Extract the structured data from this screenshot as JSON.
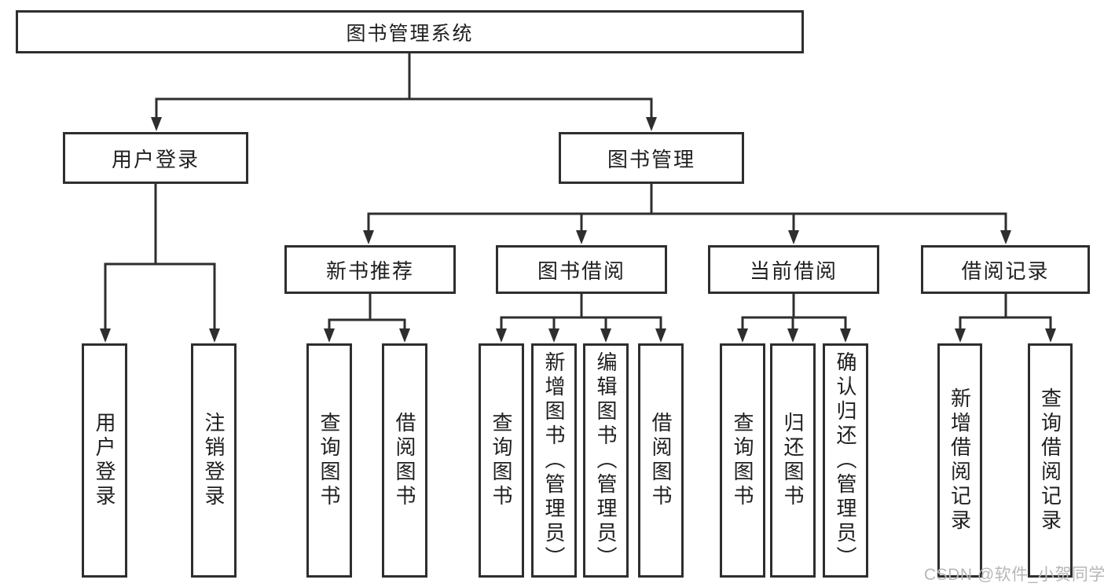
{
  "diagram": {
    "type": "hierarchy-tree",
    "tree": {
      "root": {
        "label": "图书管理系统"
      },
      "branches": [
        {
          "label": "用户登录",
          "children": [
            {
              "label": "用户登录"
            },
            {
              "label": "注销登录"
            }
          ]
        },
        {
          "label": "图书管理",
          "children": [
            {
              "label": "新书推荐",
              "children": [
                {
                  "label": "查询图书"
                },
                {
                  "label": "借阅图书"
                }
              ]
            },
            {
              "label": "图书借阅",
              "children": [
                {
                  "label": "查询图书"
                },
                {
                  "label": "新增图书（管理员）"
                },
                {
                  "label": "编辑图书（管理员）"
                },
                {
                  "label": "借阅图书"
                }
              ]
            },
            {
              "label": "当前借阅",
              "children": [
                {
                  "label": "查询图书"
                },
                {
                  "label": "归还图书"
                },
                {
                  "label": "确认归还（管理员）"
                }
              ]
            },
            {
              "label": "借阅记录",
              "children": [
                {
                  "label": "新增借阅记录"
                },
                {
                  "label": "查询借阅记录"
                }
              ]
            }
          ]
        }
      ]
    },
    "watermark": {
      "text": "CSDN @软件_小贺同学"
    },
    "colors": {
      "line": "#2e2e2e",
      "box_border": "#2e2e2e",
      "text": "#1f1f1f",
      "watermark": "#b7b7b7",
      "background": "#ffffff"
    }
  }
}
